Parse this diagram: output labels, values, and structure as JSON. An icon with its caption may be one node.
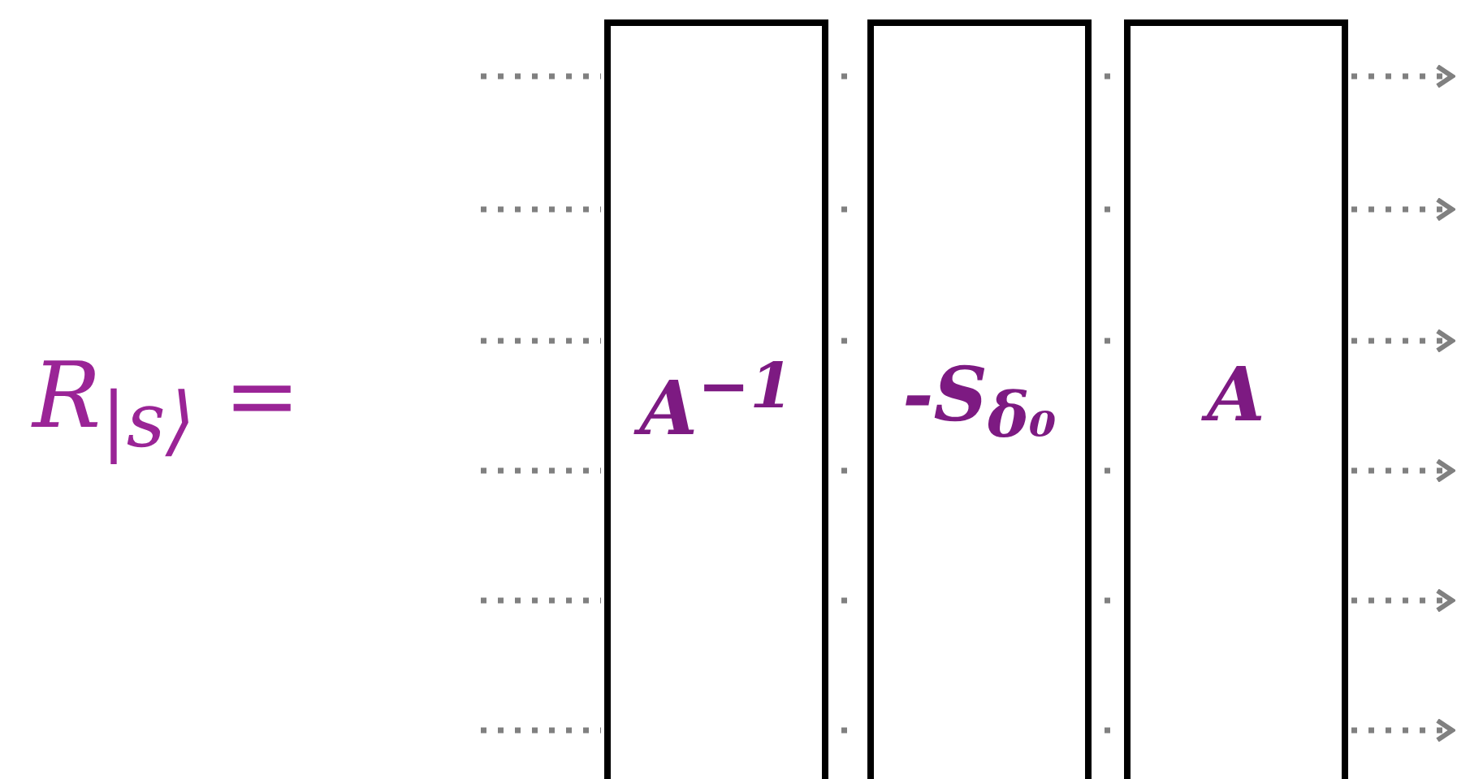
{
  "diagram": {
    "nodes": [
      {
        "text": [
          "A$^{−1}$"
        ]
      },
      {
        "text": [
          "-S$_{δ₀}$"
        ]
      },
      {
        "text": [
          "A"
        ]
      }
    ],
    "edges": [
      {
        "from": null,
        "to": 0,
        "arrow": "none"
      },
      {
        "from": 0,
        "to": 1,
        "arrow": "none"
      },
      {
        "from": 1,
        "to": 2,
        "arrow": "none"
      },
      {
        "from": 2,
        "to": null,
        "arrow": "to"
      },
      {
        "from": null,
        "to": 0,
        "arrow": "none"
      },
      {
        "from": 0,
        "to": 1,
        "arrow": "none"
      },
      {
        "from": 1,
        "to": 2,
        "arrow": "none"
      },
      {
        "from": 2,
        "to": null,
        "arrow": "to"
      },
      {
        "from": null,
        "to": 0,
        "arrow": "none"
      },
      {
        "from": 0,
        "to": 1,
        "arrow": "none"
      },
      {
        "from": 1,
        "to": 2,
        "arrow": "none"
      },
      {
        "from": 2,
        "to": null,
        "arrow": "to"
      },
      {
        "from": null,
        "to": 0,
        "arrow": "none"
      },
      {
        "from": 0,
        "to": 1,
        "arrow": "none"
      },
      {
        "from": 1,
        "to": 2,
        "arrow": "none"
      },
      {
        "from": 2,
        "to": null,
        "arrow": "to"
      },
      {
        "from": null,
        "to": 0,
        "arrow": "none"
      },
      {
        "from": 0,
        "to": 1,
        "arrow": "none"
      },
      {
        "from": 1,
        "to": 2,
        "arrow": "none"
      },
      {
        "from": 2,
        "to": null,
        "arrow": "to"
      },
      {
        "from": null,
        "to": 0,
        "arrow": "none"
      },
      {
        "from": 0,
        "to": 1,
        "arrow": "none"
      },
      {
        "from": 1,
        "to": 2,
        "arrow": "none"
      },
      {
        "from": 2,
        "to": null,
        "arrow": "to"
      }
    ],
    "labels": [
      "R$_{|s⟩}$ ="
    ]
  }
}
